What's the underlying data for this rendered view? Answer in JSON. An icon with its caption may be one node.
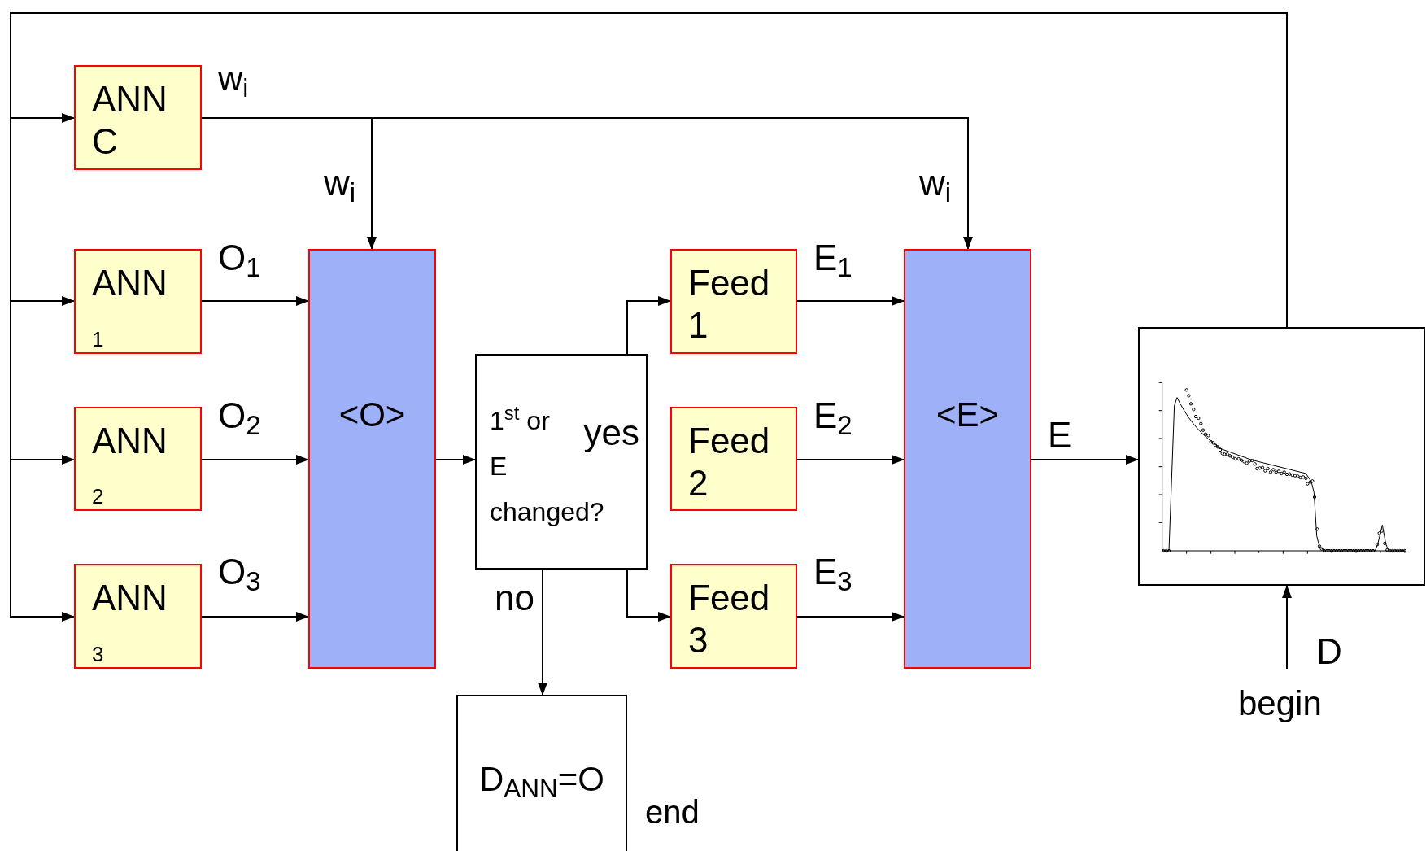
{
  "diagram": {
    "nodes": [
      {
        "text": [
          "ANN",
          "C"
        ]
      },
      {
        "text": [
          "ANN",
          "1"
        ]
      },
      {
        "text": [
          "ANN",
          "2"
        ]
      },
      {
        "text": [
          "ANN",
          "3"
        ]
      },
      {
        "text": [
          "<O>"
        ]
      },
      {
        "text": [
          "1$^{st}$ or E changed?",
          "yes"
        ]
      },
      {
        "text": [
          "Feed",
          "1"
        ]
      },
      {
        "text": [
          "Feed",
          "2"
        ]
      },
      {
        "text": [
          "Feed",
          "3"
        ]
      },
      {
        "text": [
          "<E>"
        ]
      },
      {
        "text": [],
        "shape": "picture"
      },
      {
        "text": [
          "D$_{ANN}$=O"
        ],
        "beside": [
          "end"
        ]
      }
    ],
    "edges": [
      {
        "from": 10,
        "to": 0,
        "arrow": "to"
      },
      {
        "from": 10,
        "to": 1,
        "arrow": "to"
      },
      {
        "from": 10,
        "to": 2,
        "arrow": "to"
      },
      {
        "from": 10,
        "to": 3,
        "arrow": "to"
      },
      {
        "from": 0,
        "to": 4,
        "arrow": "to",
        "label": "w$_{i}$"
      },
      {
        "from": 0,
        "to": 9,
        "arrow": "to",
        "label": "w$_{i}$"
      },
      {
        "from": 1,
        "to": 4,
        "arrow": "to",
        "label": "O$_{1}$"
      },
      {
        "from": 2,
        "to": 4,
        "arrow": "to",
        "label": "O$_{2}$"
      },
      {
        "from": 3,
        "to": 4,
        "arrow": "to",
        "label": "O$_{3}$"
      },
      {
        "from": 4,
        "to": 5,
        "arrow": "to"
      },
      {
        "from": 5,
        "to": 6,
        "arrow": "to"
      },
      {
        "from": 5,
        "to": 8,
        "arrow": "to"
      },
      {
        "from": 5,
        "to": 11,
        "arrow": "to",
        "label": "no"
      },
      {
        "from": 6,
        "to": 9,
        "arrow": "to",
        "label": "E$_{1}$"
      },
      {
        "from": 7,
        "to": 9,
        "arrow": "to",
        "label": "E$_{2}$"
      },
      {
        "from": 8,
        "to": 9,
        "arrow": "to",
        "label": "E$_{3}$"
      },
      {
        "from": 9,
        "to": 10,
        "arrow": "to",
        "label": "E"
      },
      {
        "from": null,
        "to": 10,
        "arrow": "to",
        "label": "D"
      }
    ],
    "labels": [
      "w$_{i}$",
      "begin"
    ]
  }
}
